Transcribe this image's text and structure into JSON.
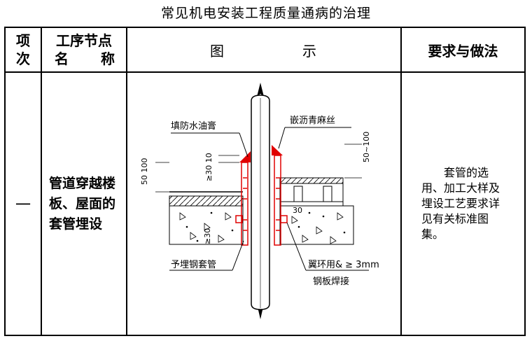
{
  "title": "常见机电安装工程质量通病的治理",
  "header": {
    "col1": [
      "项",
      "次"
    ],
    "col2_line1": "工序节点",
    "col2_line2": [
      "名",
      "称"
    ],
    "col3": "图　　　　　示",
    "col4": "要求与做法"
  },
  "row": {
    "index": "一",
    "name": "管道穿越楼板、屋面的套管埋设",
    "requirement": "套管的选用、加工大样及埋设工艺要求详见有关标准图集。"
  },
  "figure": {
    "label_fill": "填防水油膏",
    "label_inlay": "嵌沥青麻丝",
    "label_sleeve": "予埋钢套管",
    "label_ring": "翼环用&",
    "label_ring_value": "≥ 3mm",
    "label_weld": "钢板焊接",
    "dim_50_100_left": "50 100",
    "dim_30_10": "≥30 10",
    "dim_50_100_right": "50~100",
    "dim_30_a": "≥30",
    "dim_30_b": "30",
    "colors": {
      "red": "#e00000",
      "line": "#000000"
    }
  }
}
